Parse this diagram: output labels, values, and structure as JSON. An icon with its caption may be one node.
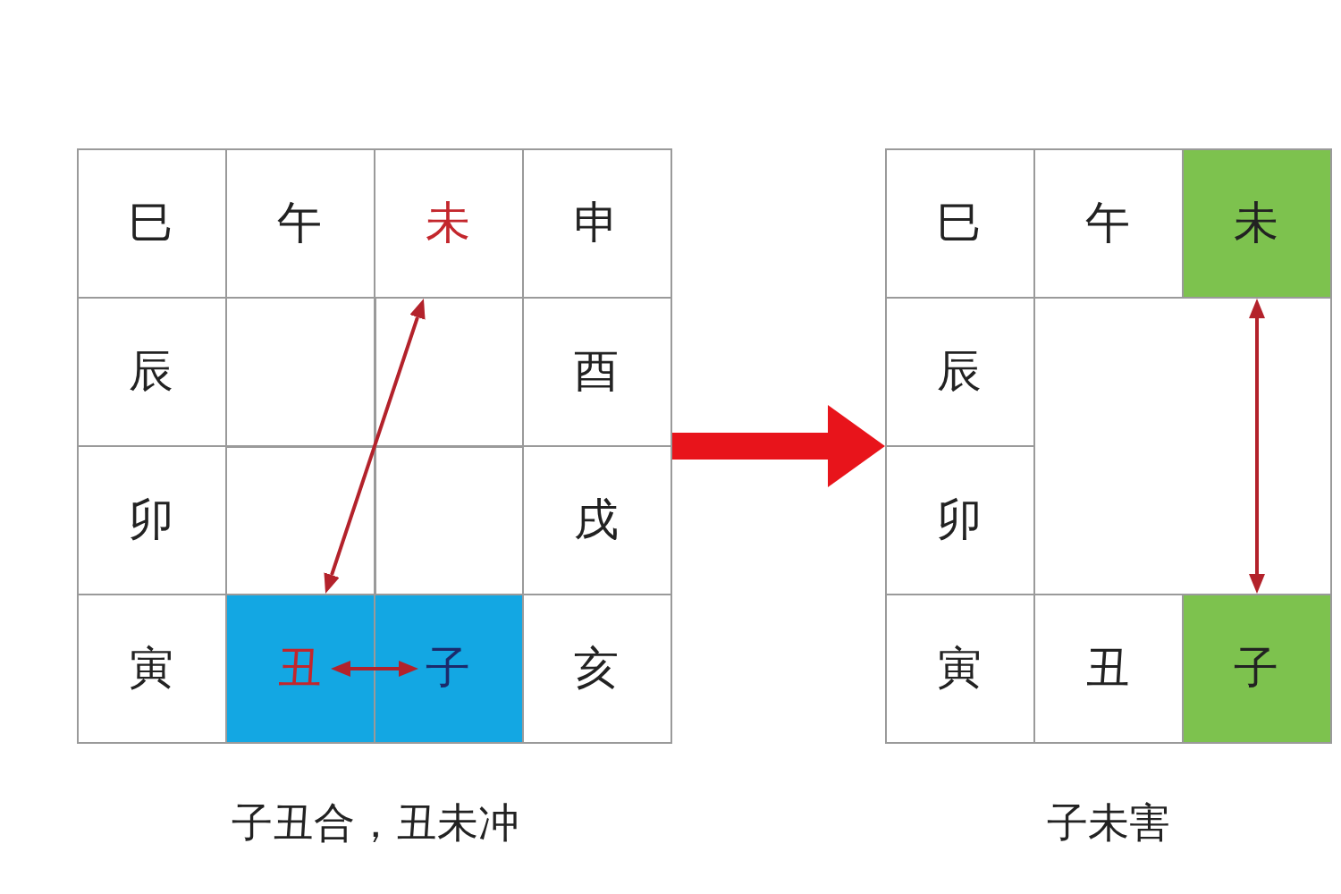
{
  "diagram": {
    "nodes": [
      {
        "text": [],
        "shape": "box"
      },
      {
        "text": [
          "巳"
        ],
        "in": 0
      },
      {
        "text": [
          "午"
        ],
        "in": 0
      },
      {
        "text": [
          "未"
        ],
        "in": 0
      },
      {
        "text": [
          "申"
        ],
        "in": 0
      },
      {
        "text": [
          "辰"
        ],
        "in": 0
      },
      {
        "text": [
          "酉"
        ],
        "in": 0
      },
      {
        "text": [
          "卯"
        ],
        "in": 0
      },
      {
        "text": [
          "戌"
        ],
        "in": 0
      },
      {
        "text": [
          "寅"
        ],
        "in": 0
      },
      {
        "text": [
          "丑"
        ],
        "in": 0
      },
      {
        "text": [
          "子"
        ],
        "in": 0
      },
      {
        "text": [
          "亥"
        ],
        "in": 0
      },
      {
        "text": [],
        "shape": "box"
      },
      {
        "text": [
          "巳"
        ],
        "in": 13
      },
      {
        "text": [
          "午"
        ],
        "in": 13
      },
      {
        "text": [
          "未"
        ],
        "in": 13
      },
      {
        "text": [
          "辰"
        ],
        "in": 13
      },
      {
        "text": [
          "卯"
        ],
        "in": 13
      },
      {
        "text": [
          "寅"
        ],
        "in": 13
      },
      {
        "text": [
          "丑"
        ],
        "in": 13
      },
      {
        "text": [
          "子"
        ],
        "in": 13
      }
    ],
    "edges": [
      {
        "from": 3,
        "to": 10,
        "arrow": "both"
      },
      {
        "from": 10,
        "to": 11,
        "arrow": "both"
      },
      {
        "from": 0,
        "to": 13,
        "arrow": "to",
        "style": "thick",
        "color": "#e8141b"
      },
      {
        "from": 16,
        "to": 21,
        "arrow": "both"
      }
    ],
    "labels": [
      "子丑合，丑未冲",
      "子未害"
    ]
  }
}
